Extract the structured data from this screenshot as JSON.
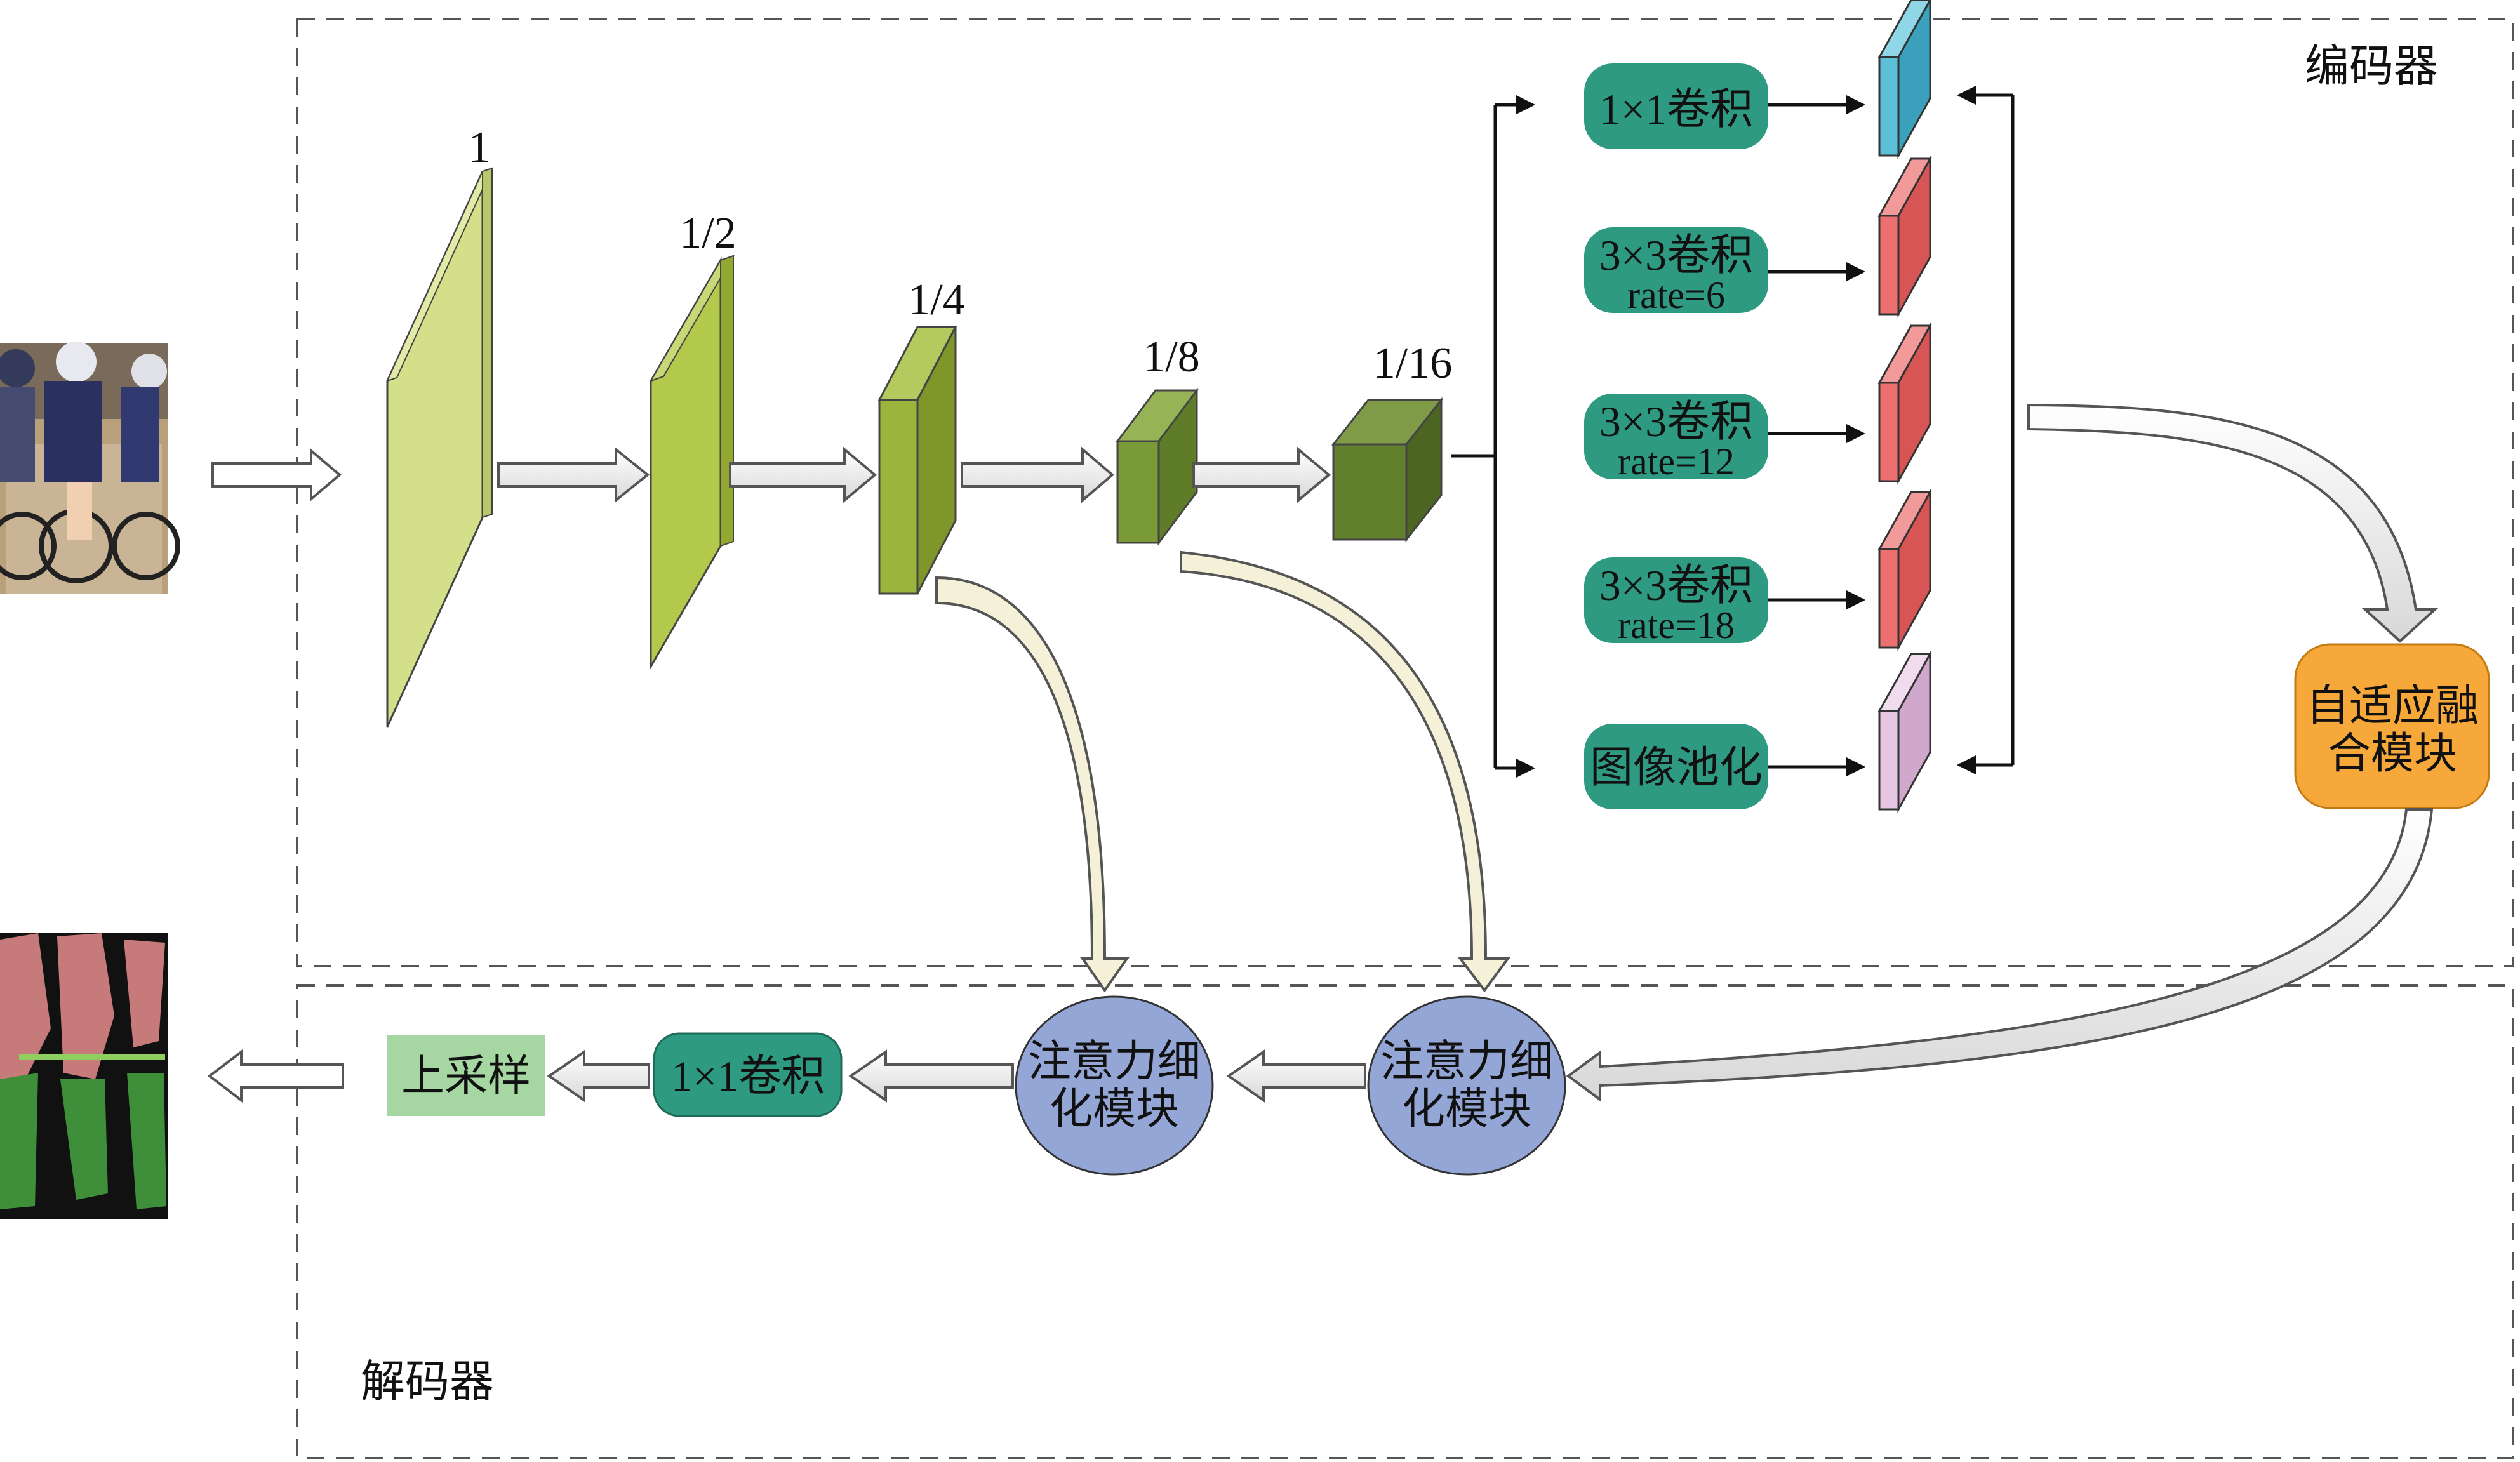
{
  "regions": {
    "encoder": "编码器",
    "decoder": "解码器"
  },
  "backbone": {
    "scales": [
      "1",
      "1/2",
      "1/4",
      "1/8",
      "1/16"
    ],
    "colors": [
      "#d4df8a",
      "#b3c94c",
      "#9bb53c",
      "#7a9a38",
      "#627f2e"
    ]
  },
  "aspp": {
    "branches": [
      {
        "line1": "1×1卷积",
        "line2": "",
        "feature_color": "#5bc0d8"
      },
      {
        "line1": "3×3卷积",
        "line2": "rate=6",
        "feature_color": "#ec7070"
      },
      {
        "line1": "3×3卷积",
        "line2": "rate=12",
        "feature_color": "#ec7070"
      },
      {
        "line1": "3×3卷积",
        "line2": "rate=18",
        "feature_color": "#ec7070"
      },
      {
        "line1": "图像池化",
        "line2": "",
        "feature_color": "#e6c6e3"
      }
    ],
    "box_color": "#2e9a82"
  },
  "fusion": {
    "line1": "自适应融",
    "line2": "合模块",
    "color": "#f6a93a"
  },
  "decoder": {
    "attention_modules": [
      {
        "line1": "注意力细",
        "line2": "化模块"
      },
      {
        "line1": "注意力细",
        "line2": "化模块"
      }
    ],
    "attention_color": "#93a6d6",
    "conv_label": "1×1卷积",
    "upsample_label": "上采样",
    "upsample_color": "#a6d6a2"
  },
  "icons": [
    "input-image-icon",
    "segmentation-output-icon"
  ]
}
